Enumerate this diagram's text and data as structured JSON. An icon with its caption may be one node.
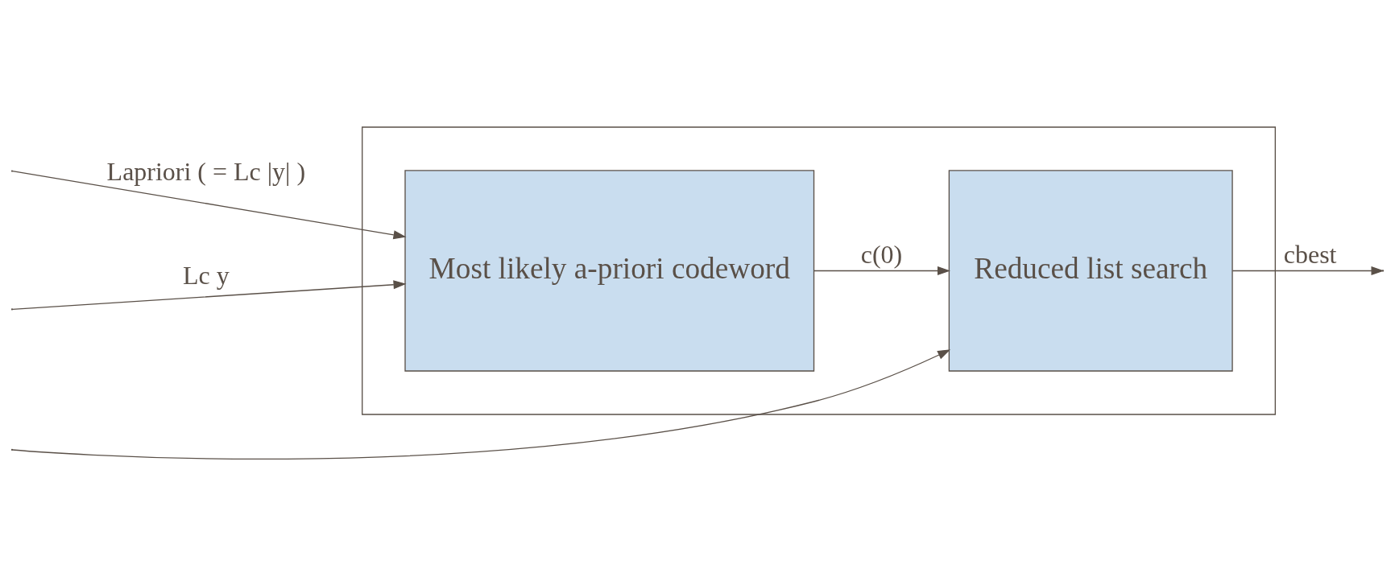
{
  "diagram": {
    "nodes": [
      {
        "text": [],
        "shape": "box"
      },
      {
        "text": [
          "Most likely a-priori codeword"
        ],
        "in": 0
      },
      {
        "text": [
          "Reduced list search"
        ],
        "in": 0
      }
    ],
    "edges": [
      {
        "from": null,
        "to": 1,
        "arrow": "to",
        "label": "Lapriori ( = Lc |y| )"
      },
      {
        "from": null,
        "to": 1,
        "arrow": "to",
        "label": "Lc y"
      },
      {
        "from": null,
        "to": 2,
        "arrow": "to"
      },
      {
        "from": 1,
        "to": 2,
        "arrow": "to",
        "label": "c(0)"
      },
      {
        "from": 2,
        "to": null,
        "arrow": "to",
        "label": "cbest"
      }
    ]
  }
}
